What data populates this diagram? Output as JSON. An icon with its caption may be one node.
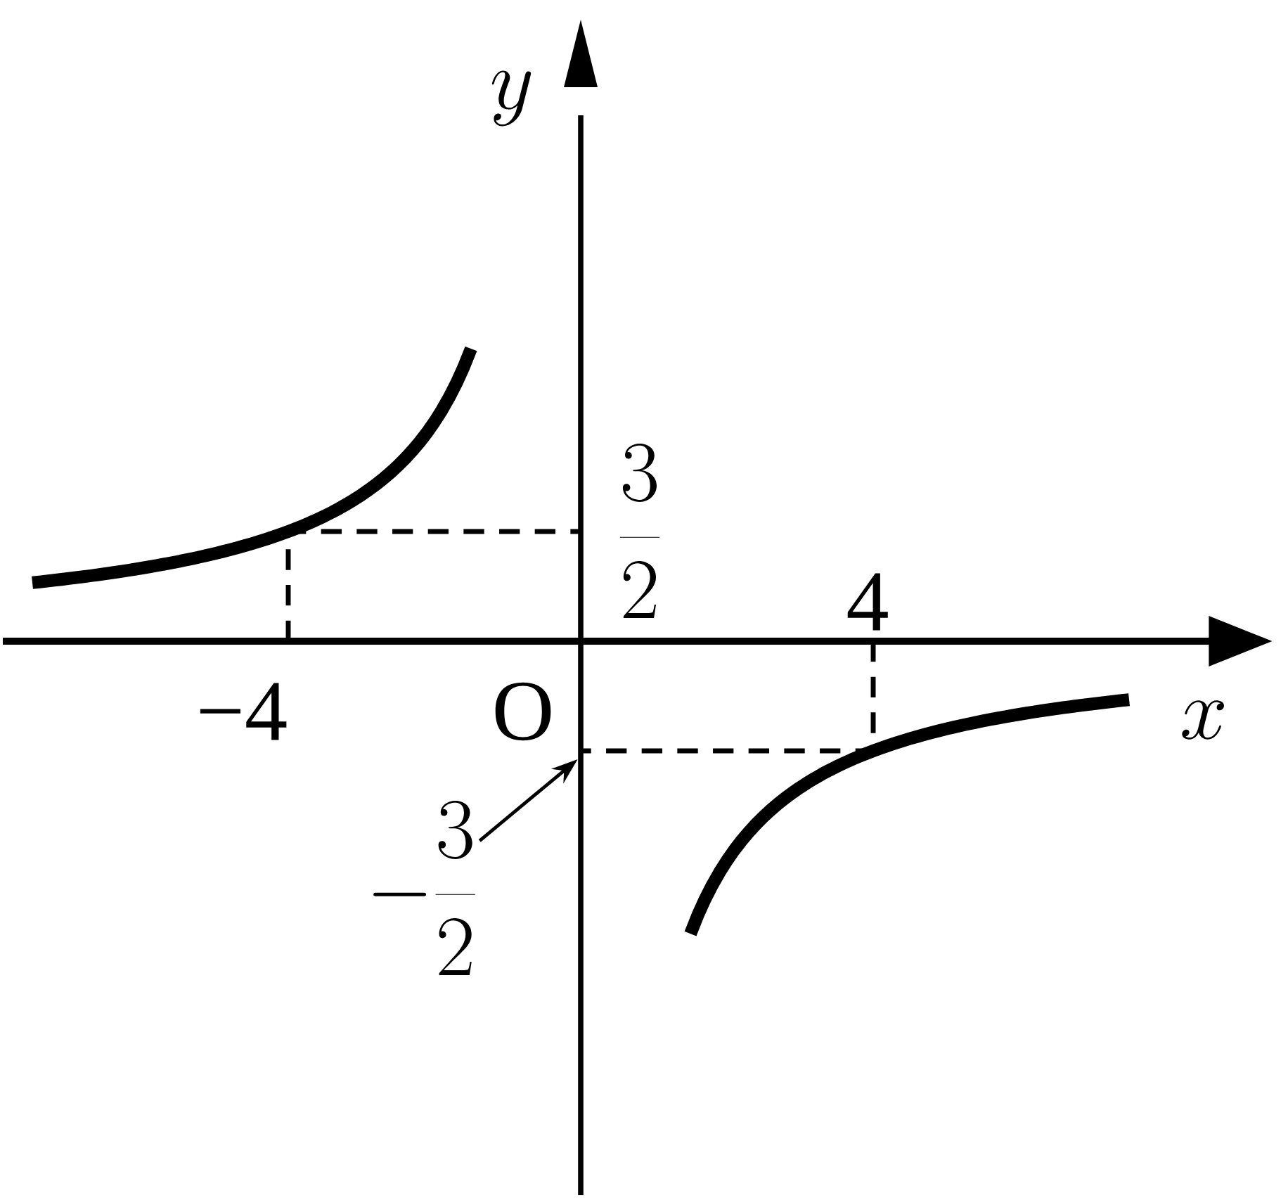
{
  "diagram": {
    "nodes": [
      {
        "text": [
          "-\\frac{3}{2}"
        ]
      },
      {
        "text": [],
        "shape": "bar"
      }
    ],
    "edges": [
      {
        "from": 0,
        "to": 1,
        "arrow": "to"
      }
    ],
    "labels": [
      "y",
      "x",
      "O",
      "\\frac{3}{2}",
      "4",
      "−4"
    ]
  }
}
